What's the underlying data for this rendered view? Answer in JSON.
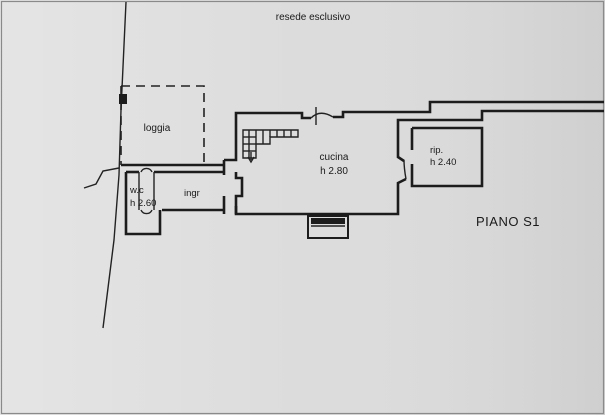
{
  "plan": {
    "outside_label": "resede esclusivo",
    "floor_label": "PIANO S1",
    "rooms": {
      "loggia": "loggia",
      "wc_name": "w.c",
      "wc_height": "h 2.60",
      "entrance": "ingr",
      "kitchen_name": "cucina",
      "kitchen_height": "h 2.80",
      "storage_name": "rip.",
      "storage_height": "h 2.40"
    },
    "colors": {
      "paper": "#dcdcdc",
      "ink": "#1c1c1c",
      "frame": "#888888"
    }
  }
}
